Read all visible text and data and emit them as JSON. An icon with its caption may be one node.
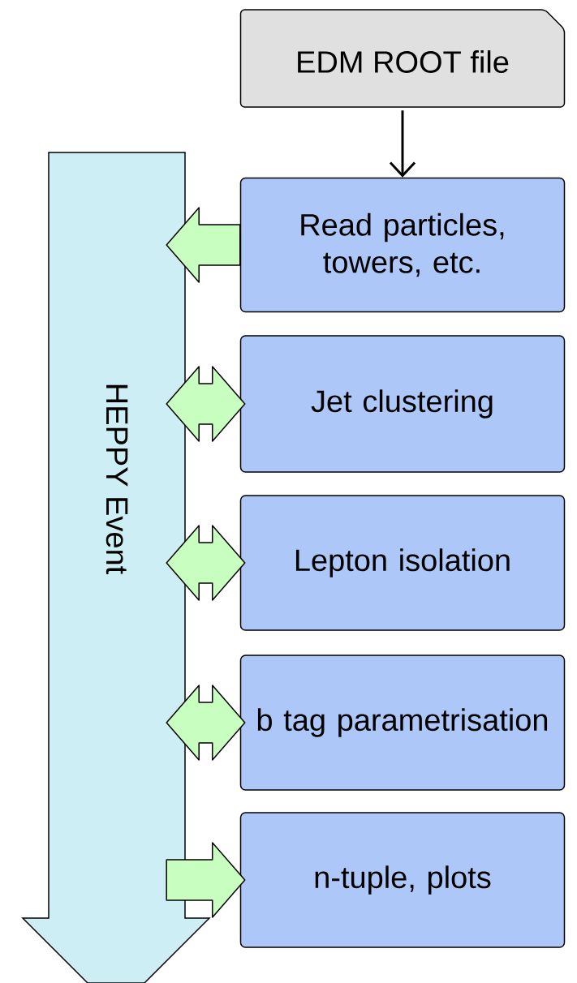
{
  "diagram": {
    "nodes": [
      {
        "text": [
          "EDM ROOT file"
        ]
      },
      {
        "text": [
          "HEPPY Event"
        ]
      },
      {
        "text": [
          "Read particles, towers, etc."
        ]
      },
      {
        "text": [
          "Jet clustering"
        ]
      },
      {
        "text": [
          "Lepton isolation"
        ]
      },
      {
        "text": [
          "b tag parametrisation"
        ]
      },
      {
        "text": [
          "n-tuple, plots"
        ]
      }
    ],
    "edges": [
      {
        "from": 0,
        "to": 2,
        "arrow": "to",
        "color": "#000000"
      },
      {
        "from": 2,
        "to": 1,
        "arrow": "to"
      },
      {
        "from": 1,
        "to": 3,
        "arrow": "both"
      },
      {
        "from": 1,
        "to": 4,
        "arrow": "both"
      },
      {
        "from": 1,
        "to": 5,
        "arrow": "both"
      },
      {
        "from": 1,
        "to": 6,
        "arrow": "to"
      }
    ]
  }
}
